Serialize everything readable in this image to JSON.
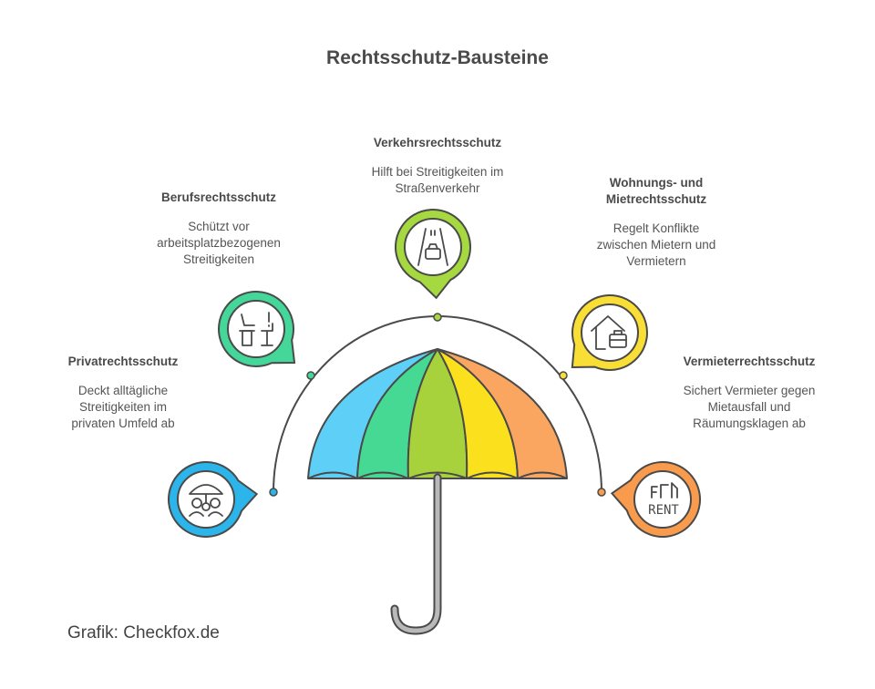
{
  "title": "Rechtsschutz-Bausteine",
  "credit": "Grafik: Checkfox.de",
  "items": [
    {
      "title": "Privatrechtsschutz",
      "lines": [
        "Deckt alltägliche",
        "Streitigkeiten im",
        "privaten Umfeld ab"
      ],
      "color": "#2bb5ea",
      "icon": "umbrella-people-icon"
    },
    {
      "title": "Berufsrechtsschutz",
      "lines": [
        "Schützt vor",
        "arbeitsplatzbezogenen",
        "Streitigkeiten"
      ],
      "color": "#45d69a",
      "icon": "workplace-icon"
    },
    {
      "title": "Verkehrsrechtsschutz",
      "lines": [
        "Hilft bei Streitigkeiten im",
        "Straßenverkehr"
      ],
      "color": "#a6d840",
      "icon": "road-car-icon"
    },
    {
      "title_lines": [
        "Wohnungs- und",
        "Mietrechtsschutz"
      ],
      "lines": [
        "Regelt Konflikte",
        "zwischen Mietern und",
        "Vermietern"
      ],
      "color": "#f9de36",
      "icon": "house-briefcase-icon"
    },
    {
      "title": "Vermieterrechtsschutz",
      "lines": [
        "Sichert Vermieter gegen",
        "Mietausfall und",
        "Räumungsklagen ab"
      ],
      "color": "#f99b4d",
      "icon": "rent-sign-icon",
      "icon_text": "RENT"
    }
  ]
}
